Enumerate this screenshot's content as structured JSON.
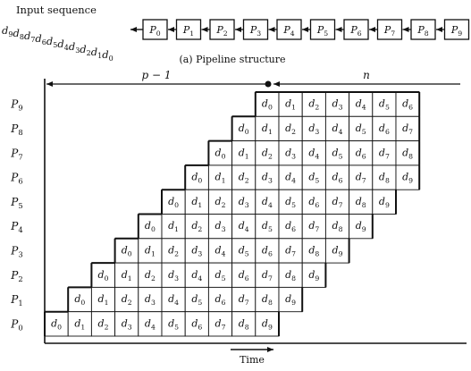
{
  "pipeline": {
    "input_label": "Input sequence",
    "input_prefix": [
      "d",
      "d",
      "d",
      "d",
      "d",
      "d",
      "d",
      "d",
      "d",
      "d"
    ],
    "input_subscripts": [
      "9",
      "8",
      "7",
      "6",
      "5",
      "4",
      "3",
      "2",
      "1",
      "0"
    ],
    "stage_letter": "P",
    "stage_subscripts": [
      "0",
      "1",
      "2",
      "3",
      "4",
      "5",
      "6",
      "7",
      "8",
      "9"
    ],
    "caption": "(a) Pipeline structure"
  },
  "timeline": {
    "span_left_label": "p − 1",
    "span_right_label": "n",
    "time_label": "Time",
    "row_letter": "P",
    "row_subscripts": [
      "9",
      "8",
      "7",
      "6",
      "5",
      "4",
      "3",
      "2",
      "1",
      "0"
    ],
    "cell_letter": "d",
    "rows": [
      {
        "start": 9,
        "cells": [
          "0",
          "1",
          "2",
          "3",
          "4",
          "5",
          "6"
        ]
      },
      {
        "start": 8,
        "cells": [
          "0",
          "1",
          "2",
          "3",
          "4",
          "5",
          "6",
          "7"
        ]
      },
      {
        "start": 7,
        "cells": [
          "0",
          "1",
          "2",
          "3",
          "4",
          "5",
          "6",
          "7",
          "8"
        ]
      },
      {
        "start": 6,
        "cells": [
          "0",
          "1",
          "2",
          "3",
          "4",
          "5",
          "6",
          "7",
          "8",
          "9"
        ]
      },
      {
        "start": 5,
        "cells": [
          "0",
          "1",
          "2",
          "3",
          "4",
          "5",
          "6",
          "7",
          "8",
          "9"
        ]
      },
      {
        "start": 4,
        "cells": [
          "0",
          "1",
          "2",
          "3",
          "4",
          "5",
          "6",
          "7",
          "8",
          "9"
        ]
      },
      {
        "start": 3,
        "cells": [
          "0",
          "1",
          "2",
          "3",
          "4",
          "5",
          "6",
          "7",
          "8",
          "9"
        ]
      },
      {
        "start": 2,
        "cells": [
          "0",
          "1",
          "2",
          "3",
          "4",
          "5",
          "6",
          "7",
          "8",
          "9"
        ]
      },
      {
        "start": 1,
        "cells": [
          "0",
          "1",
          "2",
          "3",
          "4",
          "5",
          "6",
          "7",
          "8",
          "9"
        ]
      },
      {
        "start": 0,
        "cells": [
          "0",
          "1",
          "2",
          "3",
          "4",
          "5",
          "6",
          "7",
          "8",
          "9"
        ]
      }
    ]
  }
}
